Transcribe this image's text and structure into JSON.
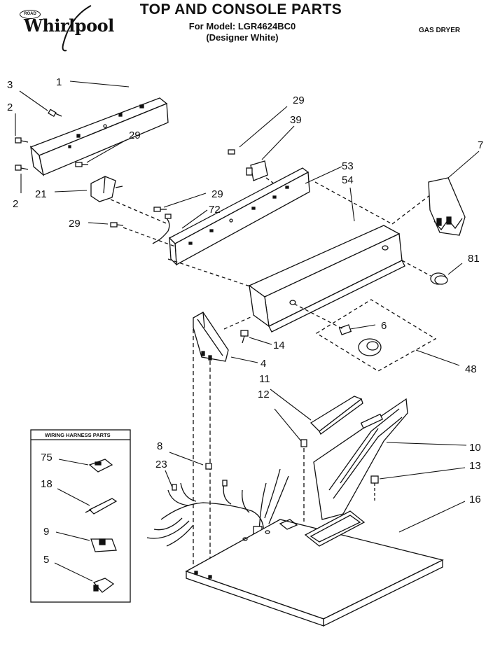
{
  "brand": {
    "name": "Whirlpool",
    "badge": "ROAD"
  },
  "header": {
    "title": "TOP AND CONSOLE PARTS",
    "model_line": "For Model: LGR4624BC0",
    "variant": "(Designer White)",
    "dryer_type": "GAS DRYER"
  },
  "inset": {
    "title": "WIRING HARNESS PARTS",
    "callouts": [
      "75",
      "18",
      "9",
      "5"
    ]
  },
  "callouts": {
    "c1": "1",
    "c2a": "2",
    "c2b": "2",
    "c3": "3",
    "c21": "21",
    "c29a": "29",
    "c29b": "29",
    "c29c": "29",
    "c29d": "29",
    "c39": "39",
    "c72": "72",
    "c53": "53",
    "c54": "54",
    "c7": "7",
    "c81": "81",
    "c6": "6",
    "c48": "48",
    "c14": "14",
    "c4": "4",
    "c11": "11",
    "c12": "12",
    "c10": "10",
    "c13": "13",
    "c8": "8",
    "c23": "23",
    "c16": "16"
  }
}
